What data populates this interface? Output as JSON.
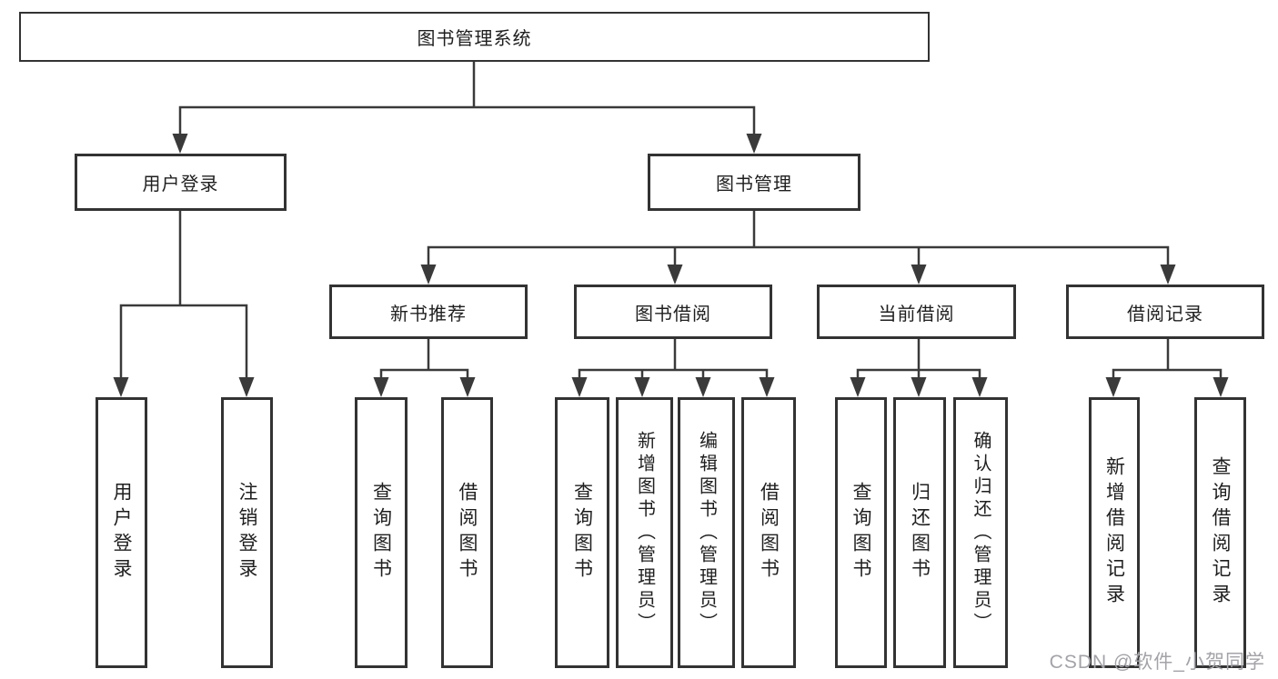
{
  "diagram": {
    "root": {
      "label": "图书管理系统"
    },
    "level2": {
      "user_login": {
        "label": "用户登录"
      },
      "book_management": {
        "label": "图书管理"
      }
    },
    "level3": {
      "new_book_recommend": {
        "label": "新书推荐"
      },
      "book_borrowing": {
        "label": "图书借阅"
      },
      "current_borrowing": {
        "label": "当前借阅"
      },
      "borrowing_records": {
        "label": "借阅记录"
      }
    },
    "leaves": {
      "user_login": {
        "label": "用户登录"
      },
      "logout": {
        "label": "注销登录"
      },
      "rec_query_books": {
        "label": "查询图书"
      },
      "rec_borrow_books": {
        "label": "借阅图书"
      },
      "bor_query_books": {
        "label": "查询图书"
      },
      "bor_add_books": {
        "label": "新增图书（管理员）"
      },
      "bor_edit_books": {
        "label": "编辑图书（管理员）"
      },
      "bor_borrow_books": {
        "label": "借阅图书"
      },
      "cur_query_books": {
        "label": "查询图书"
      },
      "cur_return_books": {
        "label": "归还图书"
      },
      "cur_confirm_return": {
        "label": "确认归还（管理员）"
      },
      "recs_add_record": {
        "label": "新增借阅记录"
      },
      "recs_query_record": {
        "label": "查询借阅记录"
      }
    }
  },
  "watermark": {
    "text": "CSDN @软件_小贺同学"
  },
  "colors": {
    "line": "#3a3a3a",
    "border": "#333333",
    "text": "#1f1f1f",
    "watermark": "#a3a3a8",
    "background": "#ffffff"
  }
}
